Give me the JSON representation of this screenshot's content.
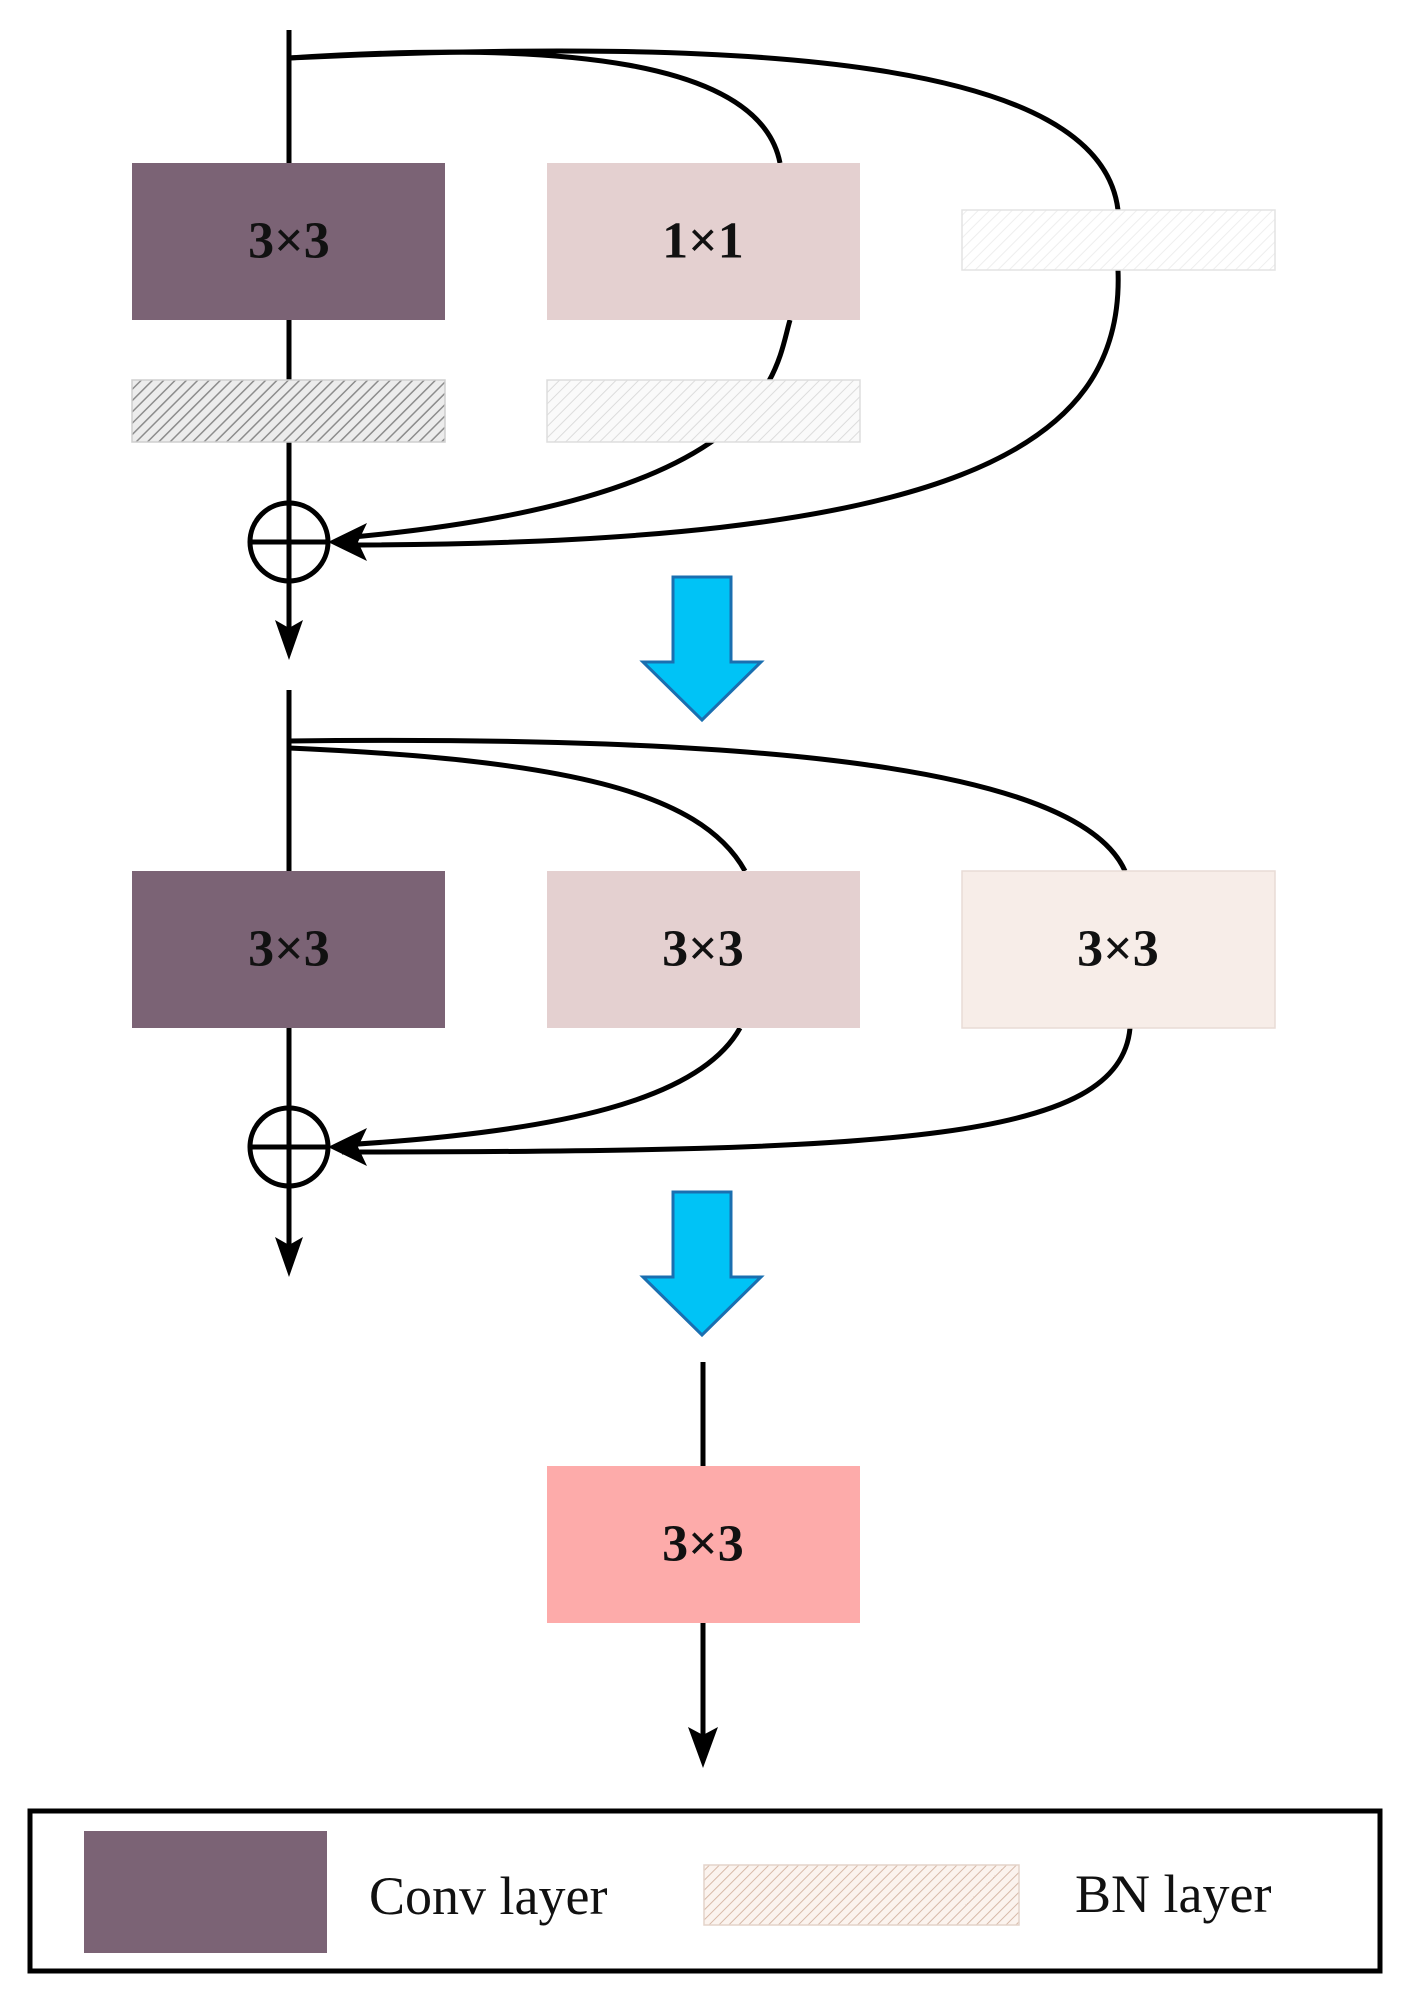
{
  "colors": {
    "conv_dark": "#7b6375",
    "conv_mid": "#e4d0d0",
    "conv_light": "#f7ede8",
    "conv_fused": "#fdabaa",
    "bn_dark_hatch": "#9a9a9a",
    "bn_light_hatch": "#d8d3d3",
    "legend_bn_hatch": "#d6b8a8",
    "transform_arrow": "#00c3f6",
    "transform_arrow_border": "#1a6fb0",
    "line": "#000000"
  },
  "stage1": {
    "branch_a_label": "3×3",
    "branch_b_label": "1×1",
    "identity_label": ""
  },
  "stage2": {
    "branch_a_label": "3×3",
    "branch_b_label": "3×3",
    "branch_c_label": "3×3"
  },
  "stage3": {
    "fused_label": "3×3"
  },
  "legend": {
    "conv_label": "Conv layer",
    "bn_label": "BN layer"
  }
}
